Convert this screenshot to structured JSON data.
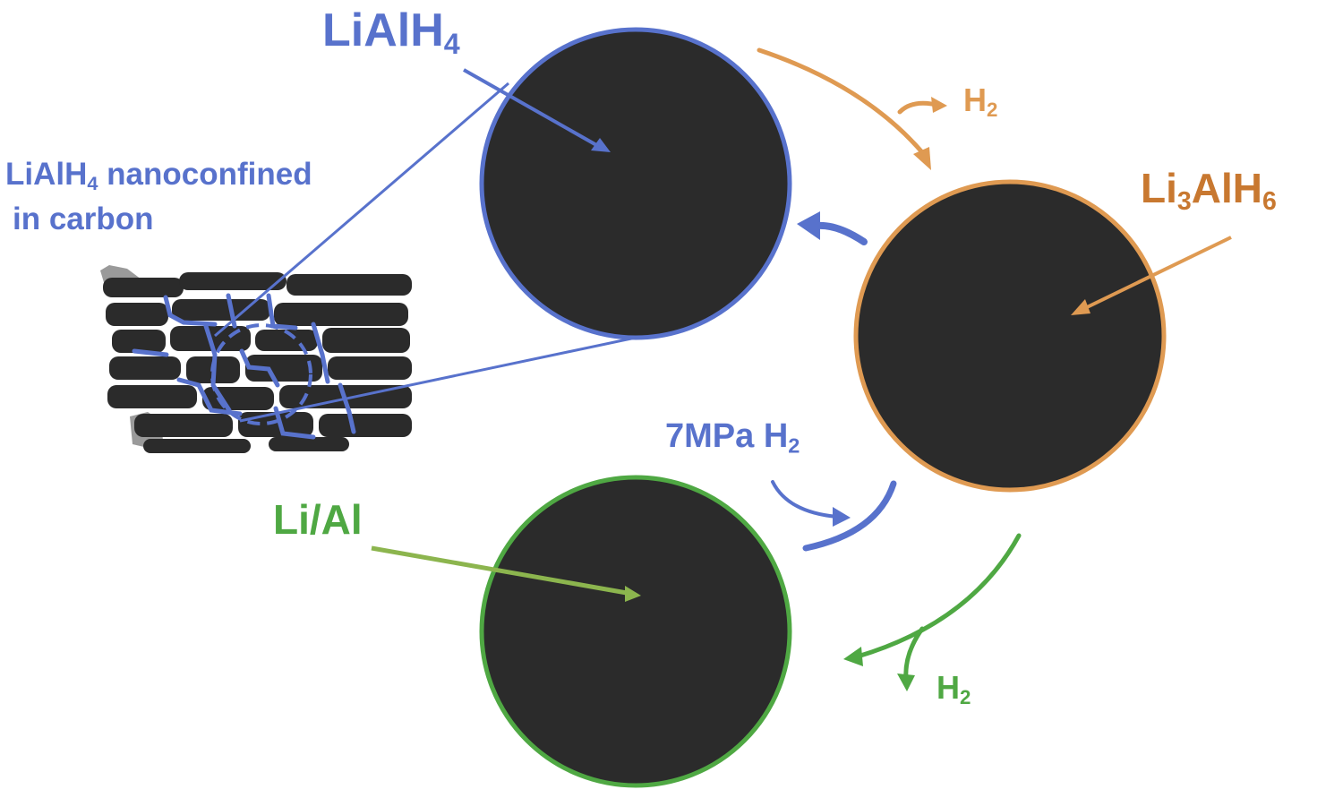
{
  "colors": {
    "blue": "#5872cc",
    "orange": "#df9a52",
    "orange_text": "#c87830",
    "green": "#4fa843",
    "green_light": "#8cb54e",
    "carbon": "#2b2b2b",
    "gray": "#9a9a9a"
  },
  "labels": {
    "lialh4": {
      "main": "LiAlH",
      "sub": "4"
    },
    "nanoconfined": {
      "main": "LiAlH",
      "sub": "4",
      "rest": " nanoconfined",
      "line2": "in carbon"
    },
    "li3alh6": {
      "a": "Li",
      "sub1": "3",
      "b": "AlH",
      "sub2": "6"
    },
    "lial": "Li/Al",
    "pressure": {
      "main": "7MPa H",
      "sub": "2"
    },
    "h2_release_top": {
      "main": "H",
      "sub": "2"
    },
    "h2_release_bottom": {
      "main": "H",
      "sub": "2"
    }
  }
}
